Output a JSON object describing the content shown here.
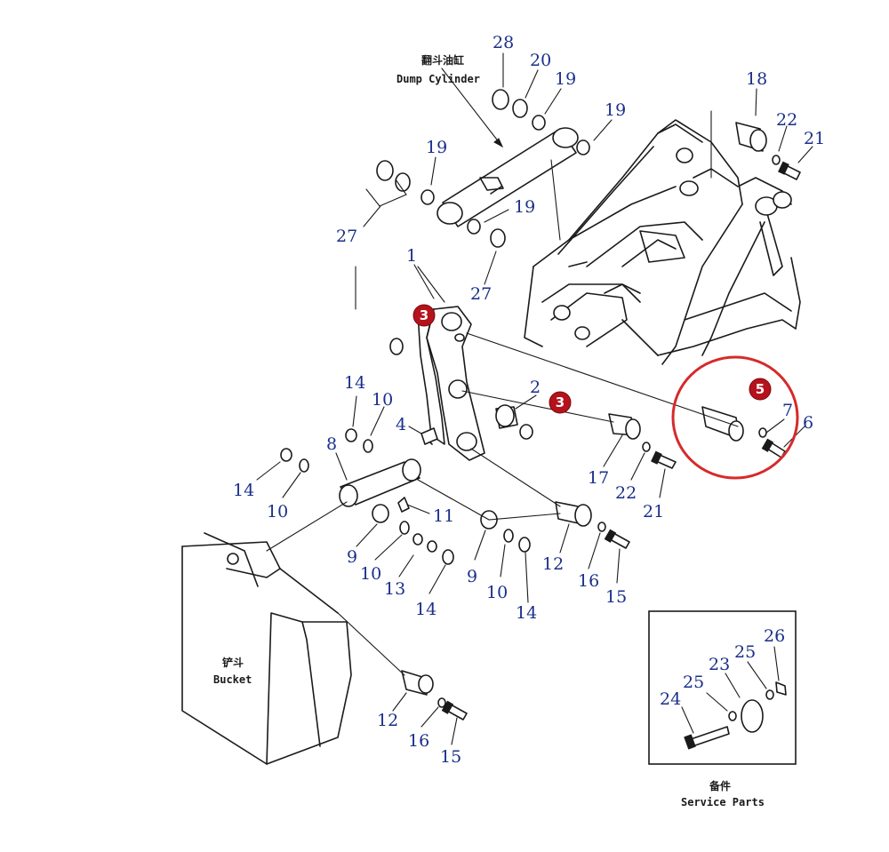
{
  "captions": {
    "dump_cylinder_cn": "翻斗油缸",
    "dump_cylinder_en": "Dump Cylinder",
    "bucket_cn": "铲斗",
    "bucket_en": "Bucket",
    "service_parts_cn": "备件",
    "service_parts_en": "Service Parts"
  },
  "part_numbers": [
    "28",
    "20",
    "19",
    "19",
    "19",
    "19",
    "27",
    "27",
    "18",
    "22",
    "21",
    "1",
    "2",
    "4",
    "14",
    "10",
    "8",
    "14",
    "10",
    "11",
    "9",
    "10",
    "13",
    "14",
    "9",
    "10",
    "14",
    "12",
    "16",
    "15",
    "17",
    "22",
    "21",
    "7",
    "6",
    "12",
    "16",
    "15",
    "24",
    "25",
    "23",
    "25",
    "26"
  ],
  "badges": [
    "3",
    "3",
    "5"
  ],
  "colors": {
    "label": "#1a2f8a",
    "badge": "#b5121b",
    "highlight_ring": "#d62a2a",
    "line": "#1a1a1a"
  }
}
